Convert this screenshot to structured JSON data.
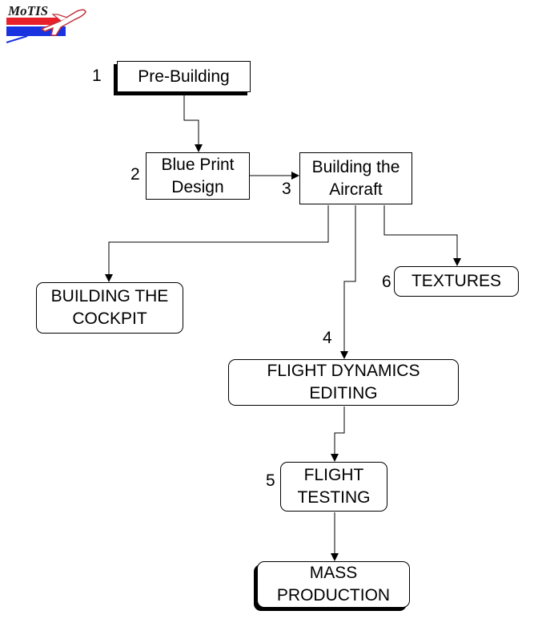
{
  "logo": {
    "text": "MoTIS",
    "icon": "airplane-icon",
    "colors": {
      "red": "#e8202a",
      "blue": "#1a33e0"
    }
  },
  "nodes": {
    "pre_building": {
      "step": "1",
      "label": "Pre-Building"
    },
    "blueprint": {
      "step": "2",
      "label": "Blue Print\nDesign"
    },
    "building": {
      "step": "3",
      "label": "Building the\nAircraft"
    },
    "cockpit": {
      "step": "",
      "label": "BUILDING THE\nCOCKPIT"
    },
    "textures": {
      "step": "6",
      "label": "TEXTURES"
    },
    "flight_dynamics": {
      "step": "4",
      "label": "FLIGHT DYNAMICS\nEDITING"
    },
    "flight_testing": {
      "step": "5",
      "label": "FLIGHT\nTESTING"
    },
    "mass_production": {
      "step": "",
      "label": "MASS\nPRODUCTION"
    }
  },
  "edges": [
    {
      "from": "pre_building",
      "to": "blueprint"
    },
    {
      "from": "blueprint",
      "to": "building"
    },
    {
      "from": "building",
      "to": "cockpit"
    },
    {
      "from": "building",
      "to": "flight_dynamics"
    },
    {
      "from": "building",
      "to": "textures"
    },
    {
      "from": "flight_dynamics",
      "to": "flight_testing"
    },
    {
      "from": "flight_testing",
      "to": "mass_production"
    }
  ]
}
